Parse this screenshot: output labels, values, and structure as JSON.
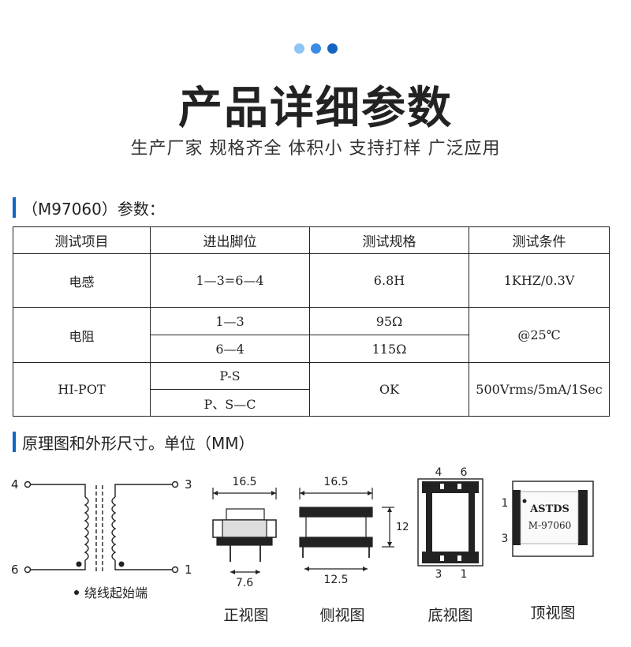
{
  "colors": {
    "accent": "#1565c0",
    "dot1": "#90c4f4",
    "dot2": "#3a8be8",
    "dot3": "#1565c0"
  },
  "header": {
    "title": "产品详细参数",
    "subtitle": "生产厂家 规格齐全 体积小 支持打样 广泛应用"
  },
  "section1": {
    "title": "（M97060）参数："
  },
  "table": {
    "headers": [
      "测试项目",
      "进出脚位",
      "测试规格",
      "测试条件"
    ],
    "inductance": {
      "item": "电感",
      "pins": "1—3=6—4",
      "spec": "6.8H",
      "cond": "1KHZ/0.3V"
    },
    "resistance": {
      "item": "电阻",
      "pins1": "1—3",
      "spec1": "95Ω",
      "pins2": "6—4",
      "spec2": "115Ω",
      "cond": "@25℃"
    },
    "hipot": {
      "item": "HI-POT",
      "pins1": "P-S",
      "pins2": "P、S—C",
      "spec": "OK",
      "cond": "500Vrms/5mA/1Sec"
    }
  },
  "section2": {
    "title": "原理图和外形尺寸。单位（MM）"
  },
  "schematic": {
    "pin4": "4",
    "pin3": "3",
    "pin6": "6",
    "pin1": "1",
    "legend": "绕线起始端"
  },
  "front": {
    "width": "16.5",
    "pin_spacing": "7.6",
    "caption": "正视图"
  },
  "side": {
    "width": "16.5",
    "height": "12",
    "base": "12.5",
    "caption": "侧视图"
  },
  "bottom": {
    "pin_top_left": "4",
    "pin_top_right": "6",
    "pin_bottom_left": "3",
    "pin_bottom_right": "1",
    "caption": "底视图"
  },
  "top": {
    "brand": "ASTDS",
    "model": "M-97060",
    "pin1": "1",
    "pin3": "3",
    "caption": "顶视图"
  }
}
